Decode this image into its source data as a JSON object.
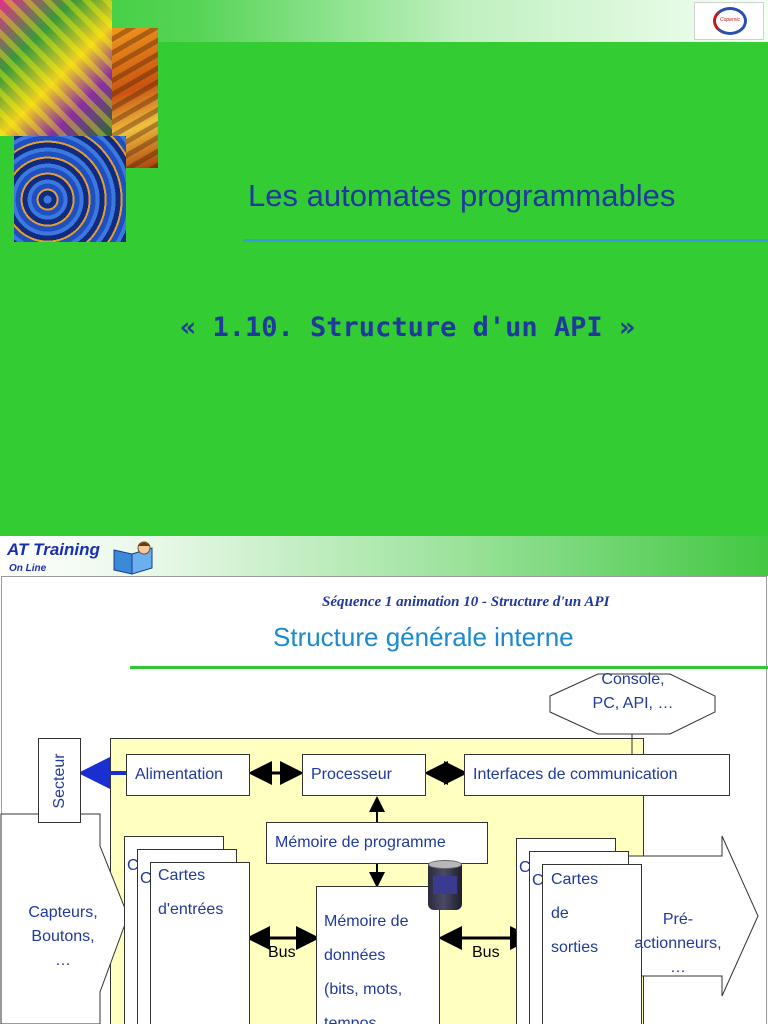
{
  "slide1": {
    "title": "Les automates programmables",
    "subtitle": "« 1.10. Structure d'un API »",
    "logo_text": "Copernic"
  },
  "slide2": {
    "brand": "AT Training",
    "brand_sub": "On Line",
    "sequence": "Séquence 1 animation 10 - Structure d'un API",
    "title": "Structure générale interne",
    "diagram": {
      "console_lines": [
        "Console,",
        "PC, API, …"
      ],
      "secteur": "Secteur",
      "alimentation": "Alimentation",
      "processeur": "Processeur",
      "interfaces": "Interfaces de communication",
      "memoire_programme": "Mémoire de programme",
      "cartes_entrees_lines": [
        "Cartes",
        "d'entrées"
      ],
      "cartes_sorties_lines": [
        "Cartes",
        "de",
        "sorties"
      ],
      "memoire_donnees_lines": [
        "Mémoire de",
        "données",
        "(bits, mots,",
        "tempos,"
      ],
      "bus_left": "Bus",
      "bus_right": "Bus",
      "capteurs_lines": [
        "Capteurs,",
        "Boutons,",
        "…"
      ],
      "preact_lines": [
        "Pré-",
        "actionneurs,",
        "…"
      ],
      "card_stub": "C"
    }
  },
  "colors": {
    "slide_green": "#33cc33",
    "title_blue": "#1f3a9c",
    "accent_blue": "#1a8ad0",
    "panel_yellow": "#ffffc0"
  }
}
